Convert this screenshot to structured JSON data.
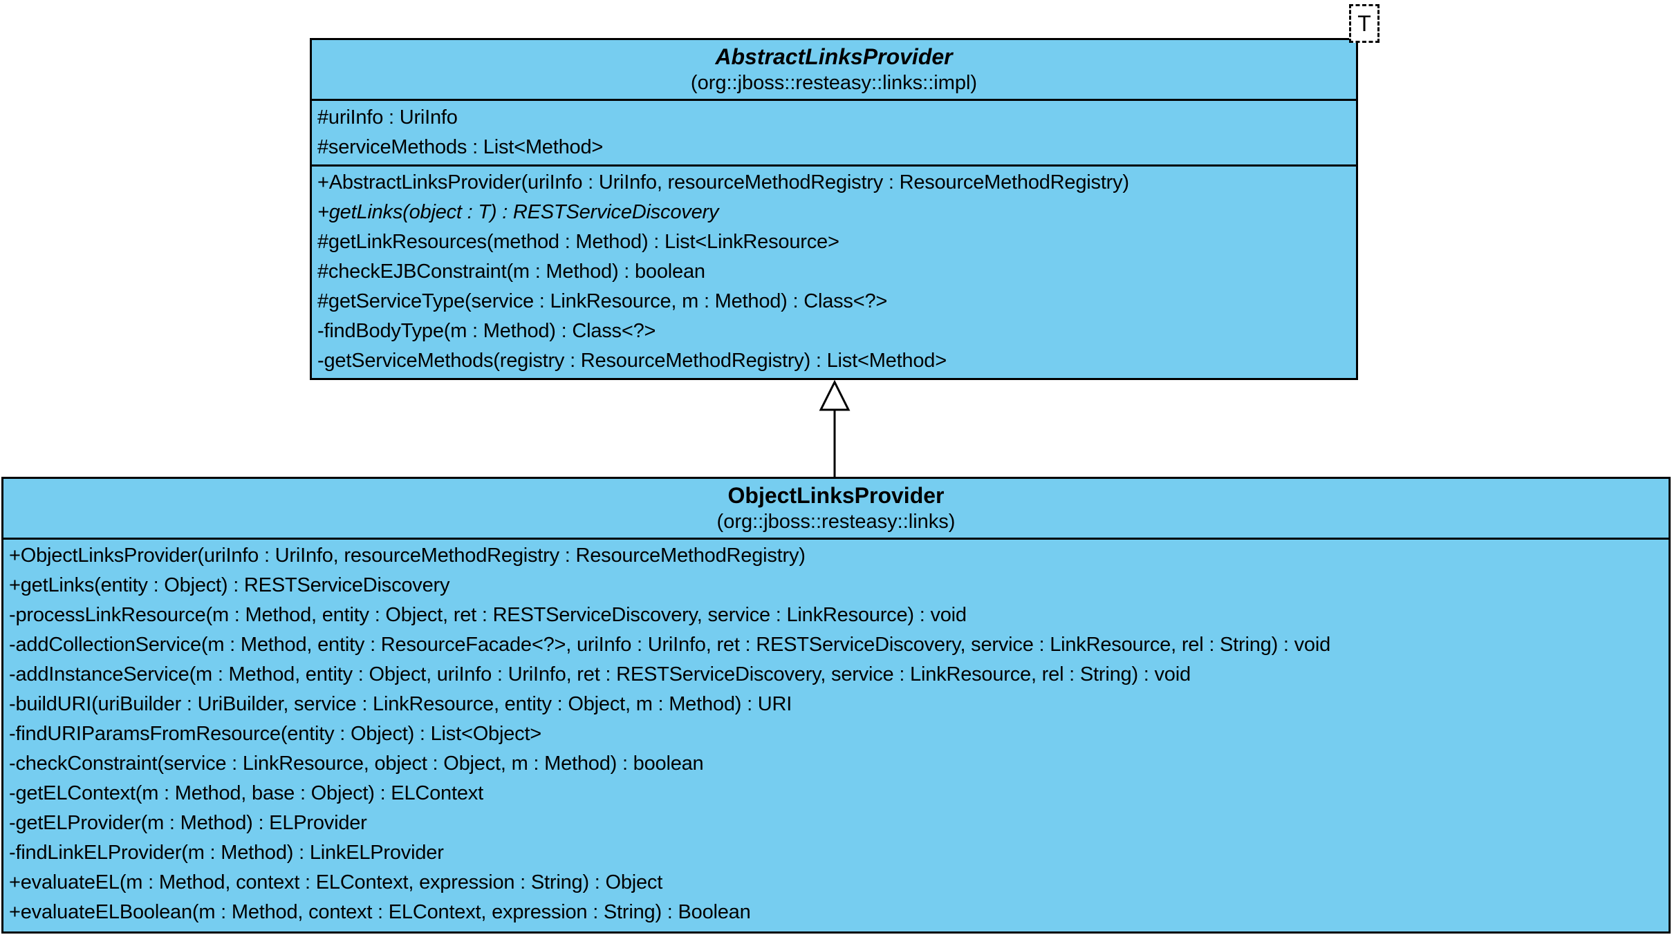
{
  "diagram": {
    "type": "uml-class-diagram",
    "relationship": {
      "type": "generalization",
      "from": "ObjectLinksProvider",
      "to": "AbstractLinksProvider"
    },
    "colors": {
      "class_fill": "#76cdf0",
      "border": "#000000",
      "background": "#ffffff"
    },
    "classes": [
      {
        "name": "AbstractLinksProvider",
        "package": "(org::jboss::resteasy::links::impl)",
        "template_parameter": "T",
        "attributes": [
          "#uriInfo : UriInfo",
          "#serviceMethods : List<Method>"
        ],
        "methods": [
          {
            "text": "+AbstractLinksProvider(uriInfo : UriInfo, resourceMethodRegistry : ResourceMethodRegistry)"
          },
          {
            "text": "+getLinks(object : T) : RESTServiceDiscovery",
            "italic": true
          },
          {
            "text": "#getLinkResources(method : Method) : List<LinkResource>"
          },
          {
            "text": "#checkEJBConstraint(m : Method) : boolean"
          },
          {
            "text": "#getServiceType(service : LinkResource, m : Method) : Class<?>"
          },
          {
            "text": "-findBodyType(m : Method) : Class<?>"
          },
          {
            "text": "-getServiceMethods(registry : ResourceMethodRegistry) : List<Method>"
          }
        ]
      },
      {
        "name": "ObjectLinksProvider",
        "package": "(org::jboss::resteasy::links)",
        "attributes": [],
        "methods": [
          {
            "text": "+ObjectLinksProvider(uriInfo : UriInfo, resourceMethodRegistry : ResourceMethodRegistry)"
          },
          {
            "text": "+getLinks(entity : Object) : RESTServiceDiscovery"
          },
          {
            "text": "-processLinkResource(m : Method, entity : Object, ret : RESTServiceDiscovery, service : LinkResource) : void"
          },
          {
            "text": "-addCollectionService(m : Method, entity : ResourceFacade<?>, uriInfo : UriInfo, ret : RESTServiceDiscovery, service : LinkResource, rel : String) : void"
          },
          {
            "text": "-addInstanceService(m : Method, entity : Object, uriInfo : UriInfo, ret : RESTServiceDiscovery, service : LinkResource, rel : String) : void"
          },
          {
            "text": "-buildURI(uriBuilder : UriBuilder, service : LinkResource, entity : Object, m : Method) : URI"
          },
          {
            "text": "-findURIParamsFromResource(entity : Object) : List<Object>"
          },
          {
            "text": "-checkConstraint(service : LinkResource, object : Object, m : Method) : boolean"
          },
          {
            "text": "-getELContext(m : Method, base : Object) : ELContext"
          },
          {
            "text": "-getELProvider(m : Method) : ELProvider"
          },
          {
            "text": "-findLinkELProvider(m : Method) : LinkELProvider"
          },
          {
            "text": "+evaluateEL(m : Method, context : ELContext, expression : String) : Object"
          },
          {
            "text": "+evaluateELBoolean(m : Method, context : ELContext, expression : String) : Boolean"
          }
        ]
      }
    ]
  }
}
